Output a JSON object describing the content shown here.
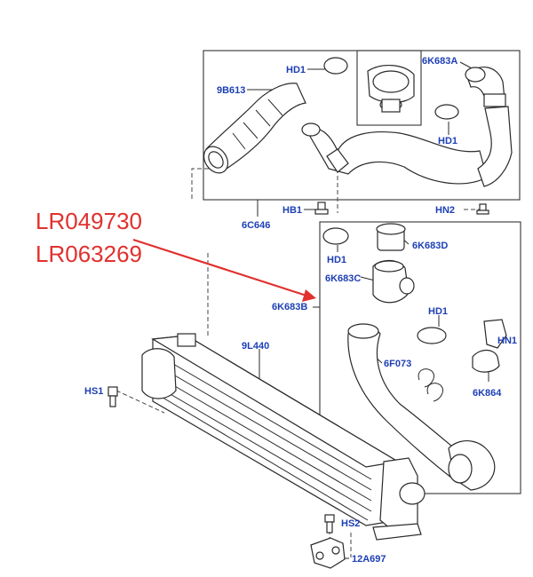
{
  "callout": {
    "part_number_1": "LR049730",
    "part_number_2": "LR063269"
  },
  "labels": {
    "hd1_top": "HD1",
    "p_9b613": "9B613",
    "p_6k683a": "6K683A",
    "hd1_right": "HD1",
    "p_6c646": "6C646",
    "hb1": "HB1",
    "hn2": "HN2",
    "hd1_mid": "HD1",
    "p_6k683d": "6K683D",
    "p_6k683c": "6K683C",
    "p_6k683b": "6K683B",
    "hd1_lower": "HD1",
    "hn1": "HN1",
    "p_9l440": "9L440",
    "p_6f073": "6F073",
    "p_6k864": "6K864",
    "hs1": "HS1",
    "hs2": "HS2",
    "p_12a697": "12A697"
  },
  "colors": {
    "label_blue": "#1d3fb5",
    "callout_red": "#e0312f",
    "line_dark": "#2a2a2a"
  }
}
